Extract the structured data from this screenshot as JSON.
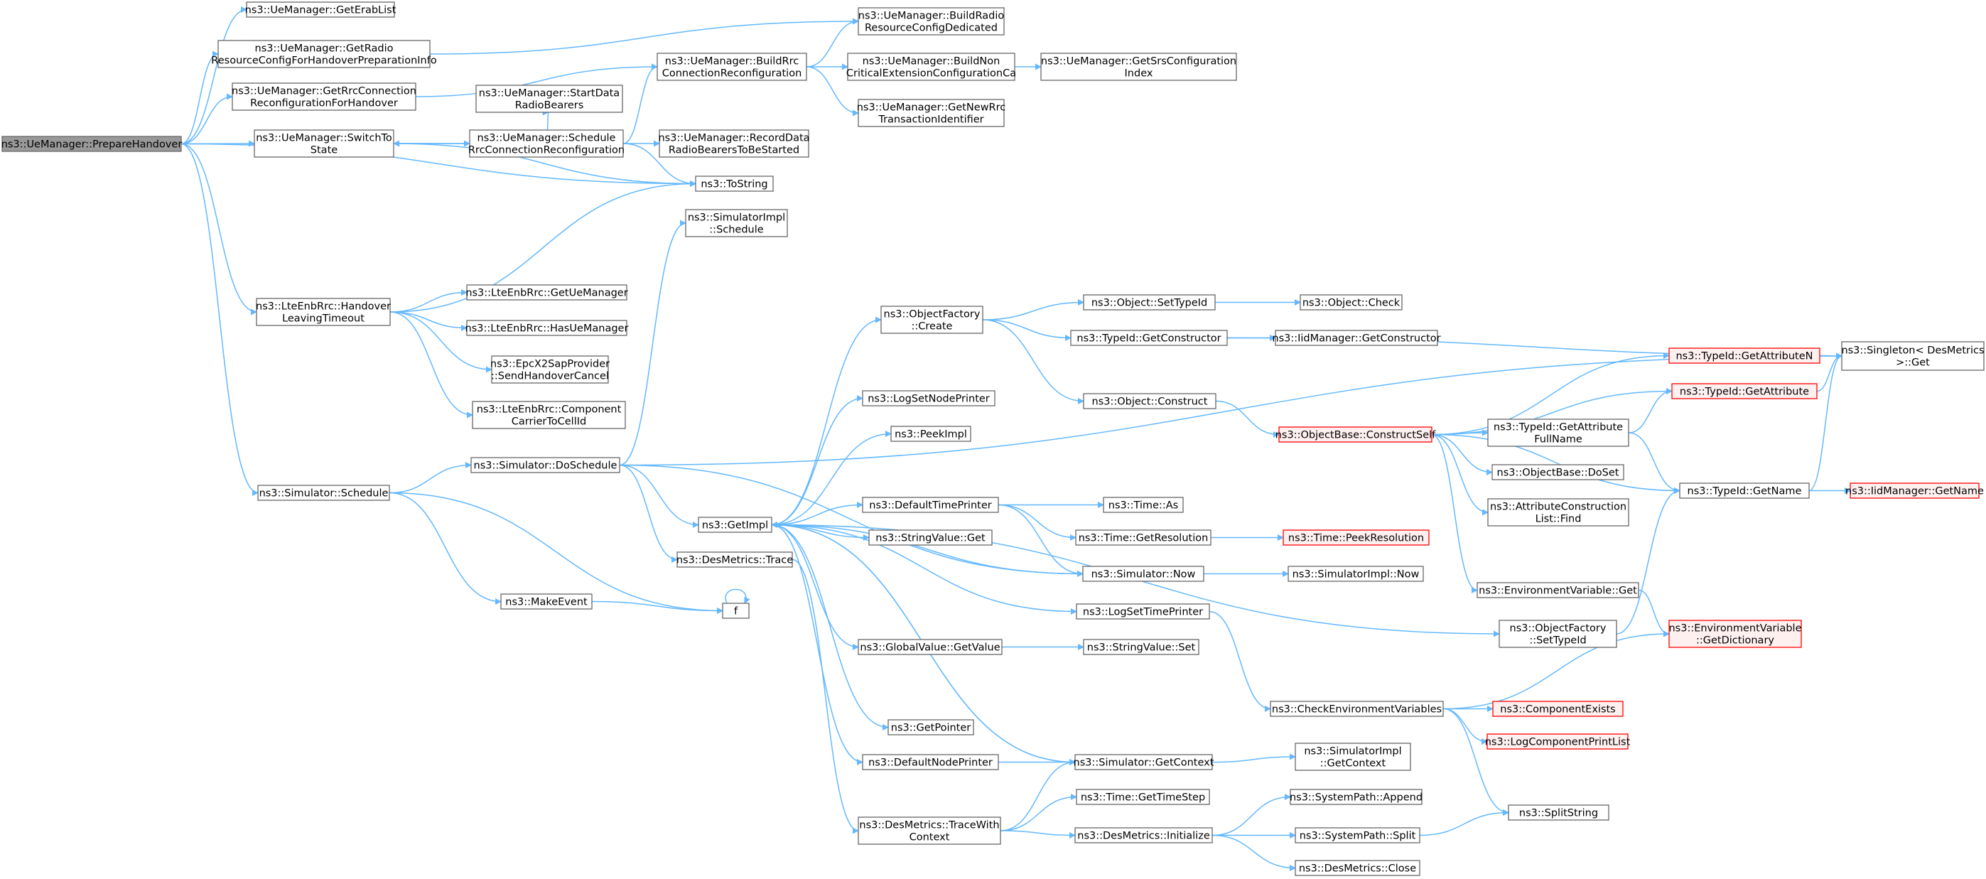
{
  "colors": {
    "edge": "#63b8ff",
    "node_border": "#666666",
    "node_fill": "#ffffff",
    "root_fill": "#999999",
    "root_border": "#666666",
    "truncated_border": "#ff0000",
    "truncated_fill": "#fff0f0"
  },
  "nodes": {
    "prepare_handover": "ns3::UeManager::PrepareHandover",
    "get_erab_list": "ns3::UeManager::GetErabList",
    "get_radio_cfg_1": "ns3::UeManager::GetRadio",
    "get_radio_cfg_2": "ResourceConfigForHandoverPreparationInfo",
    "get_rrc_conn_1": "ns3::UeManager::GetRrcConnection",
    "get_rrc_conn_2": "ReconfigurationForHandover",
    "switch_to_1": "ns3::UeManager::SwitchTo",
    "switch_to_2": "State",
    "build_radio_1": "ns3::UeManager::BuildRadio",
    "build_radio_2": "ResourceConfigDedicated",
    "build_rrc_1": "ns3::UeManager::BuildRrc",
    "build_rrc_2": "ConnectionReconfiguration",
    "build_non_1": "ns3::UeManager::BuildNon",
    "build_non_2": "CriticalExtensionConfigurationCa",
    "get_srs_1": "ns3::UeManager::GetSrsConfiguration",
    "get_srs_2": "Index",
    "get_new_rrc_1": "ns3::UeManager::GetNewRrc",
    "get_new_rrc_2": "TransactionIdentifier",
    "start_data_1": "ns3::UeManager::StartData",
    "start_data_2": "RadioBearers",
    "schedule_rrc_1": "ns3::UeManager::Schedule",
    "schedule_rrc_2": "RrcConnectionReconfiguration",
    "record_data_1": "ns3::UeManager::RecordData",
    "record_data_2": "RadioBearersToBeStarted",
    "to_string": "ns3::ToString",
    "simimpl_schedule_1": "ns3::SimulatorImpl",
    "simimpl_schedule_2": "::Schedule",
    "handover_timeout_1": "ns3::LteEnbRrc::Handover",
    "handover_timeout_2": "LeavingTimeout",
    "get_ue_manager": "ns3::LteEnbRrc::GetUeManager",
    "has_ue_manager": "ns3::LteEnbRrc::HasUeManager",
    "send_cancel_1": "ns3::EpcX2SapProvider",
    "send_cancel_2": "::SendHandoverCancel",
    "component_carrier_1": "ns3::LteEnbRrc::Component",
    "component_carrier_2": "CarrierToCellId",
    "sim_schedule": "ns3::Simulator::Schedule",
    "sim_doschedule": "ns3::Simulator::DoSchedule",
    "make_event": "ns3::MakeEvent",
    "f": "f",
    "object_factory_create_1": "ns3::ObjectFactory",
    "object_factory_create_2": "::Create",
    "object_set_type_id": "ns3::Object::SetTypeId",
    "object_check": "ns3::Object::Check",
    "typeid_get_constructor": "ns3::TypeId::GetConstructor",
    "iid_get_constructor": "ns3::IidManager::GetConstructor",
    "object_construct": "ns3::Object::Construct",
    "singleton_get_1": "ns3::Singleton< DesMetrics",
    "singleton_get_2": " >::Get",
    "log_set_node_printer": "ns3::LogSetNodePrinter",
    "peek_impl": "ns3::PeekImpl",
    "object_base_construct_self": "ns3::ObjectBase::ConstructSelf",
    "typeid_get_attribute_n": "ns3::TypeId::GetAttributeN",
    "typeid_get_attribute": "ns3::TypeId::GetAttribute",
    "typeid_get_attr_full_1": "ns3::TypeId::GetAttribute",
    "typeid_get_attr_full_2": "FullName",
    "object_base_doset": "ns3::ObjectBase::DoSet",
    "attr_construction_1": "ns3::AttributeConstruction",
    "attr_construction_2": "List::Find",
    "typeid_get_name": "ns3::TypeId::GetName",
    "iid_get_name": "ns3::IidManager::GetName",
    "get_impl": "ns3::GetImpl",
    "default_time_printer": "ns3::DefaultTimePrinter",
    "time_as": "ns3::Time::As",
    "string_value_get": "ns3::StringValue::Get",
    "time_get_resolution": "ns3::Time::GetResolution",
    "time_peek_resolution": "ns3::Time::PeekResolution",
    "des_metrics_trace": "ns3::DesMetrics::Trace",
    "simulator_now": "ns3::Simulator::Now",
    "simimpl_now": "ns3::SimulatorImpl::Now",
    "env_var_get": "ns3::EnvironmentVariable::Get",
    "log_set_time_printer": "ns3::LogSetTimePrinter",
    "object_factory_settypeid_1": "ns3::ObjectFactory",
    "object_factory_settypeid_2": "::SetTypeId",
    "env_var_get_dict_1": "ns3::EnvironmentVariable",
    "env_var_get_dict_2": "::GetDictionary",
    "global_value_get_value": "ns3::GlobalValue::GetValue",
    "string_value_set": "ns3::StringValue::Set",
    "check_env_vars": "ns3::CheckEnvironmentVariables",
    "component_exists": "ns3::ComponentExists",
    "log_component_print_list": "ns3::LogComponentPrintList",
    "get_pointer": "ns3::GetPointer",
    "default_node_printer": "ns3::DefaultNodePrinter",
    "simulator_get_context": "ns3::Simulator::GetContext",
    "simimpl_get_context_1": "ns3::SimulatorImpl",
    "simimpl_get_context_2": "::GetContext",
    "split_string": "ns3::SplitString",
    "time_get_time_step": "ns3::Time::GetTimeStep",
    "system_path_append": "ns3::SystemPath::Append",
    "des_metrics_trace_with_ctx_1": "ns3::DesMetrics::TraceWith",
    "des_metrics_trace_with_ctx_2": "Context",
    "des_metrics_initialize": "ns3::DesMetrics::Initialize",
    "system_path_split": "ns3::SystemPath::Split",
    "des_metrics_close": "ns3::DesMetrics::Close"
  }
}
